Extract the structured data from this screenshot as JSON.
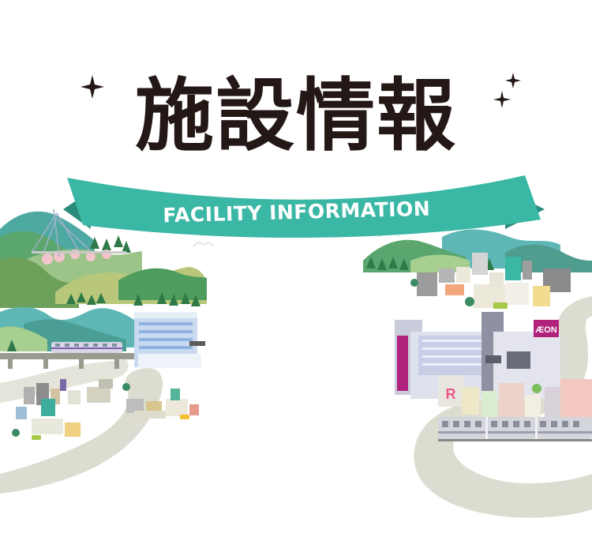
{
  "title": "施設情報",
  "subtitle": "FACILITY INFORMATION",
  "store_sign": "ÆON",
  "store_letter": "R",
  "colors": {
    "title": "#231815",
    "ribbon": "#3bb7a5",
    "ribbon_fold": "#2a8c7d",
    "mountain_green": "#5aa66e",
    "mountain_teal": "#4fa9a3",
    "road": "#dcdcd0",
    "aeon_magenta": "#b0227c"
  }
}
